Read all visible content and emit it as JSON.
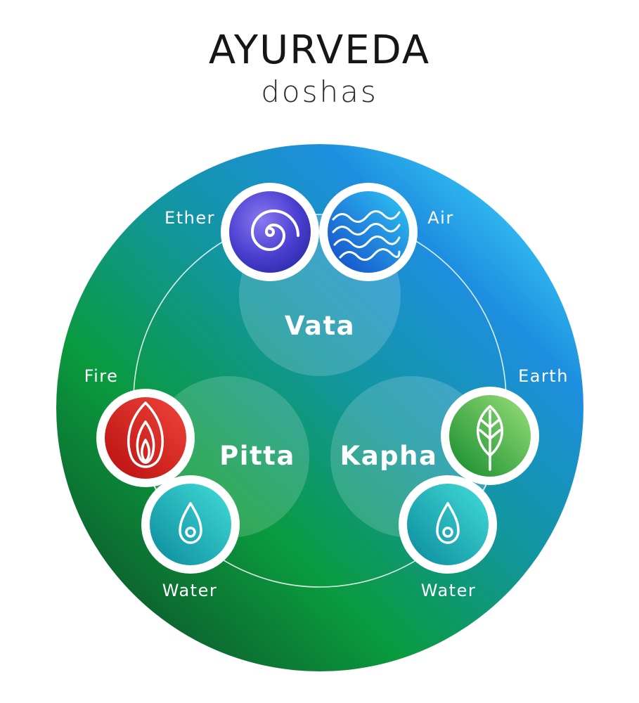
{
  "header": {
    "title": "AYURVEDA",
    "subtitle": "doshas"
  },
  "doshas": [
    {
      "name": "Vata"
    },
    {
      "name": "Pitta"
    },
    {
      "name": "Kapha"
    }
  ],
  "elements": {
    "ether": {
      "label": "Ether",
      "icon": "spiral-icon"
    },
    "air": {
      "label": "Air",
      "icon": "waves-icon"
    },
    "fire": {
      "label": "Fire",
      "icon": "flame-icon"
    },
    "earth": {
      "label": "Earth",
      "icon": "leaf-icon"
    },
    "water_pitta": {
      "label": "Water",
      "icon": "water-drop-icon"
    },
    "water_kapha": {
      "label": "Water",
      "icon": "water-drop-icon"
    }
  },
  "colors": {
    "background_green": "#0a9a3e",
    "background_blue": "#2fb8f0",
    "ether": "#4a3fd0",
    "air": "#1a7fd8",
    "fire": "#e0201c",
    "earth": "#3fb84a",
    "water": "#1ab3c0"
  }
}
